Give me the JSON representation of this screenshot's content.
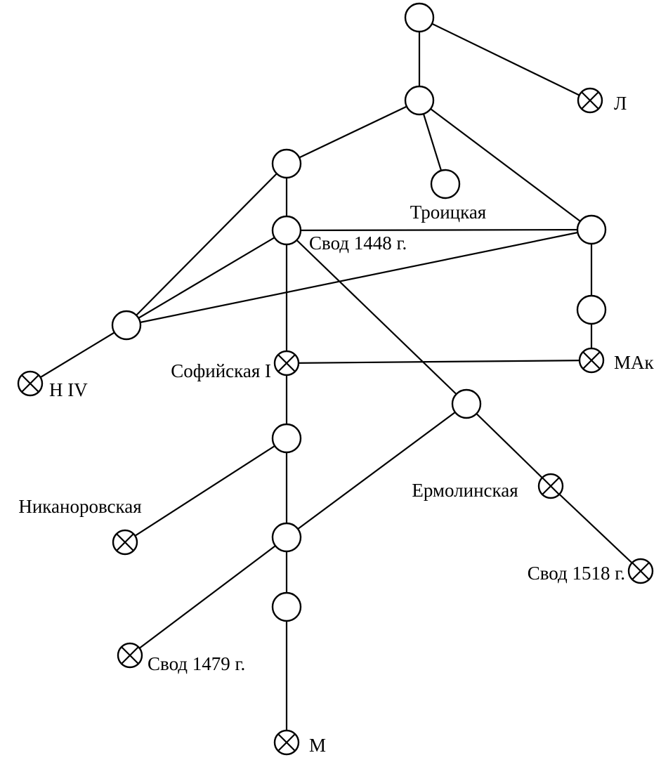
{
  "colors": {
    "stroke": "#000000",
    "background": "#ffffff"
  },
  "nodes": [
    {
      "id": "n1",
      "kind": "hypothetical"
    },
    {
      "id": "n2",
      "kind": "hypothetical"
    },
    {
      "id": "n3",
      "kind": "extant",
      "label": "Л"
    },
    {
      "id": "n4",
      "kind": "hypothetical"
    },
    {
      "id": "n5",
      "kind": "hypothetical",
      "label": "Троицкая"
    },
    {
      "id": "n6",
      "kind": "hypothetical",
      "label": "Свод 1448 г."
    },
    {
      "id": "n7",
      "kind": "hypothetical"
    },
    {
      "id": "n8",
      "kind": "hypothetical"
    },
    {
      "id": "n9",
      "kind": "hypothetical"
    },
    {
      "id": "n10",
      "kind": "extant",
      "label": "МАк"
    },
    {
      "id": "n11",
      "kind": "extant",
      "label": "Софийская I"
    },
    {
      "id": "n12",
      "kind": "extant",
      "label": "Н IV"
    },
    {
      "id": "n13",
      "kind": "hypothetical"
    },
    {
      "id": "n14",
      "kind": "hypothetical"
    },
    {
      "id": "n15",
      "kind": "extant",
      "label": "Никаноровская"
    },
    {
      "id": "n16",
      "kind": "hypothetical"
    },
    {
      "id": "n17",
      "kind": "extant",
      "label": "Ермолинская"
    },
    {
      "id": "n18",
      "kind": "extant",
      "label": "Свод 1518 г."
    },
    {
      "id": "n19",
      "kind": "hypothetical"
    },
    {
      "id": "n20",
      "kind": "extant",
      "label": "Свод 1479 г."
    },
    {
      "id": "n21",
      "kind": "extant",
      "label": "М"
    }
  ],
  "edges": [
    [
      "n1",
      "n3"
    ],
    [
      "n1",
      "n2"
    ],
    [
      "n2",
      "n4"
    ],
    [
      "n2",
      "n5"
    ],
    [
      "n2",
      "n7"
    ],
    [
      "n4",
      "n6"
    ],
    [
      "n4",
      "n8"
    ],
    [
      "n6",
      "n7"
    ],
    [
      "n6",
      "n8"
    ],
    [
      "n6",
      "n11"
    ],
    [
      "n6",
      "n13"
    ],
    [
      "n8",
      "n7"
    ],
    [
      "n8",
      "n12"
    ],
    [
      "n7",
      "n9"
    ],
    [
      "n9",
      "n10"
    ],
    [
      "n11",
      "n10"
    ],
    [
      "n11",
      "n14"
    ],
    [
      "n14",
      "n15"
    ],
    [
      "n14",
      "n16"
    ],
    [
      "n13",
      "n16"
    ],
    [
      "n13",
      "n17"
    ],
    [
      "n17",
      "n18"
    ],
    [
      "n16",
      "n20"
    ],
    [
      "n16",
      "n19"
    ],
    [
      "n19",
      "n21"
    ]
  ]
}
